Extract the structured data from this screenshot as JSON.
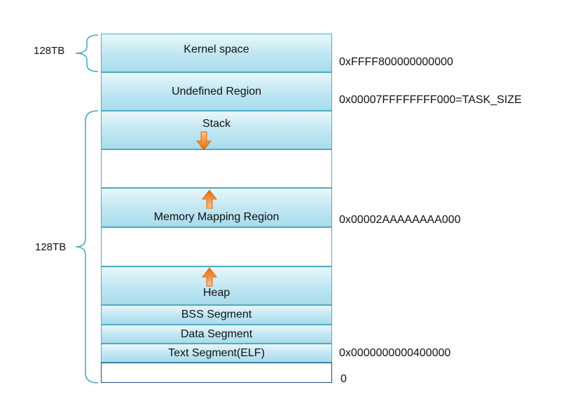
{
  "segments": [
    {
      "key": "kernel",
      "label": "Kernel space"
    },
    {
      "key": "undefined",
      "label": "Undefined Region"
    },
    {
      "key": "stack",
      "label": "Stack"
    },
    {
      "key": "mmap",
      "label": "Memory Mapping Region"
    },
    {
      "key": "heap",
      "label": "Heap"
    },
    {
      "key": "bss",
      "label": "BSS Segment"
    },
    {
      "key": "data",
      "label": "Data Segment"
    },
    {
      "key": "text",
      "label": "Text Segment(ELF)"
    }
  ],
  "addresses": {
    "kernel_start": "0xFFFF800000000000",
    "task_size": "0x00007FFFFFFFF000=TASK_SIZE",
    "mmap_base": "0x00002AAAAAAAA000",
    "text_start": "0x0000000000400000",
    "zero": "0"
  },
  "sizes": {
    "kernel": "128TB",
    "user": "128TB"
  },
  "colors": {
    "segment_fill": "#bfe6f2",
    "segment_border": "#4bacc6",
    "arrow": "#f79646",
    "brace": "#4bacc6"
  },
  "icons": {
    "growth_down": "down-arrow-icon",
    "growth_up": "up-arrow-icon"
  }
}
